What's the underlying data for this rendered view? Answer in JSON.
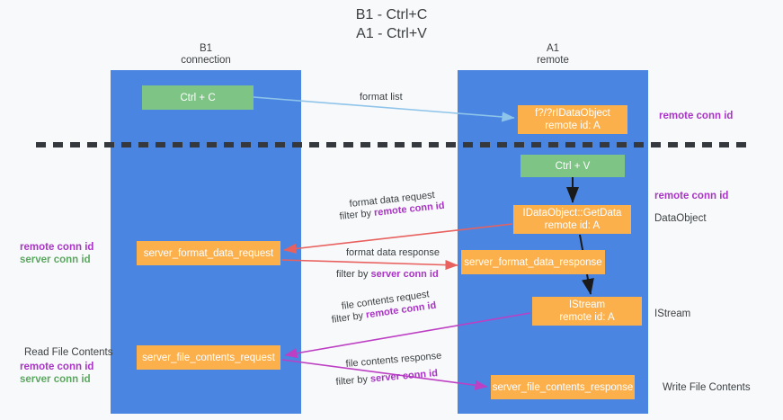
{
  "title": "B1 - Ctrl+C\nA1 - Ctrl+V",
  "lanes": {
    "left": {
      "header": "B1\nconnection"
    },
    "right": {
      "header": "A1\nremote"
    }
  },
  "nodes": {
    "ctrl_c": "Ctrl + C",
    "idataobject": "f?/?rIDataObject\nremote id: A",
    "ctrl_v": "Ctrl + V",
    "getdata": "IDataObject::GetData\nremote id: A",
    "server_format_data_request": "server_format_data_request",
    "server_format_data_response": "server_format_data_response",
    "istream": "IStream\nremote id: A",
    "server_file_contents_request": "server_file_contents_request",
    "server_file_contents_response": "server_file_contents_response"
  },
  "annotations": {
    "right_remote_conn_id_1": "remote conn id",
    "right_remote_conn_id_2": "remote conn id",
    "dataobject": "DataObject",
    "istream": "IStream",
    "write_file_contents": "Write File Contents",
    "left_remote_conn_id_1": "remote conn id",
    "left_server_conn_id_1": "server conn id",
    "read_file_contents": "Read File Contents",
    "left_remote_conn_id_2": "remote conn id",
    "left_server_conn_id_2": "server conn id"
  },
  "arrow_labels": {
    "format_list": "format list",
    "format_data_request": "format data request",
    "format_data_request_filter_prefix": "filter by ",
    "format_data_request_filter_key": "remote conn id",
    "format_data_response": "format data response",
    "format_data_response_filter_prefix": "filter by ",
    "format_data_response_filter_key": "server conn id",
    "file_contents_request": "file contents request",
    "file_contents_request_filter_prefix": "filter by ",
    "file_contents_request_filter_key": "remote conn id",
    "file_contents_response": "file contents response",
    "file_contents_response_filter_prefix": "filter by ",
    "file_contents_response_filter_key": "server conn id"
  },
  "colors": {
    "lane": "#4a86e1",
    "green_node": "#7ec485",
    "orange_node": "#fbb04c",
    "purple": "#a934c6",
    "green_text": "#5aa85f",
    "arrow_blue": "#8ec4ea",
    "arrow_red": "#e8615f",
    "arrow_magenta": "#bd3fc4",
    "arrow_black": "#1a1a1a",
    "divider": "#35383d",
    "background": "#f8f9fa"
  }
}
